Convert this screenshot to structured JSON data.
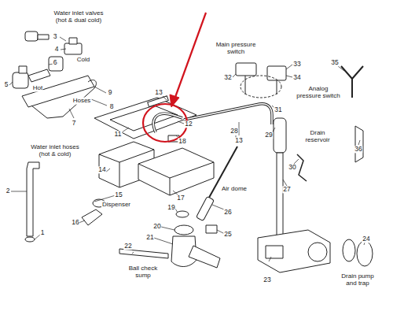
{
  "diagram": {
    "labels": [
      "Water inlet valves (hot & dual cold)",
      "3",
      "4",
      "Cold",
      "6",
      "5",
      "Hot",
      "9",
      "Hoses",
      "8",
      "7",
      "13",
      "12",
      "11",
      "18",
      "13",
      "Main pressure switch",
      "32",
      "33",
      "34",
      "Analog pressure switch",
      "35",
      "31",
      "28",
      "29",
      "Drain reservoir",
      "36",
      "30",
      "Water inlet hoses (hot & cold)",
      "2",
      "14",
      "Dispenser",
      "15",
      "17",
      "27",
      "Air dome",
      "19",
      "26",
      "16",
      "20",
      "1",
      "25",
      "21",
      "24",
      "22",
      "Ball check sump",
      "23",
      "Drain pump and trap"
    ]
  }
}
